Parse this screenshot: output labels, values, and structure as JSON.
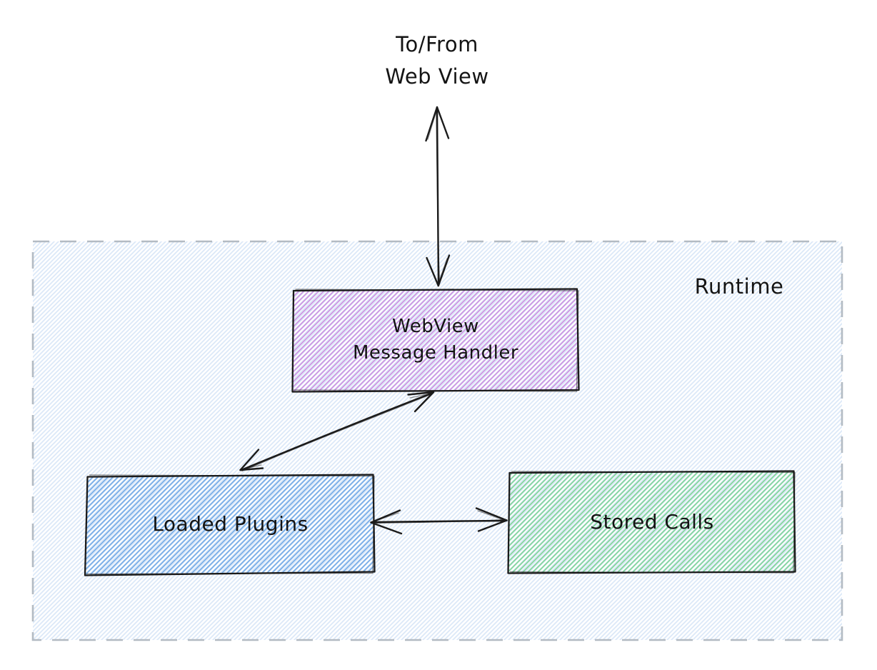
{
  "external_endpoint": {
    "label_line1": "To/From",
    "label_line2": "Web View"
  },
  "container": {
    "label": "Runtime"
  },
  "nodes": {
    "webview_message_handler": {
      "label_line1": "WebView",
      "label_line2": "Message Handler",
      "fill_style": "purple hachure"
    },
    "loaded_plugins": {
      "label": "Loaded Plugins",
      "fill_style": "blue hachure"
    },
    "stored_calls": {
      "label": "Stored Calls",
      "fill_style": "green hachure"
    }
  },
  "edges": [
    {
      "from": "Web View (external)",
      "to": "WebView Message Handler",
      "direction": "bidirectional"
    },
    {
      "from": "WebView Message Handler",
      "to": "Loaded Plugins",
      "direction": "bidirectional"
    },
    {
      "from": "Loaded Plugins",
      "to": "Stored Calls",
      "direction": "bidirectional"
    }
  ],
  "style": {
    "stroke_dark": "#1b1b1b",
    "text_color": "#141414",
    "container_border": "#b3bbc3",
    "container_hatch": "#dbe8f8",
    "purple_hatch": "#cb9ae4",
    "blue_hatch": "#7db0e8",
    "green_hatch": "#86d5a3"
  }
}
